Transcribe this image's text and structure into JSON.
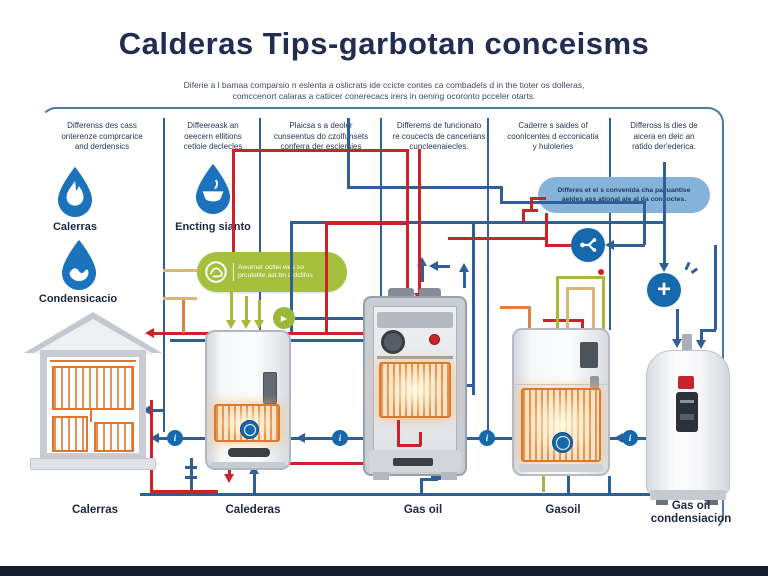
{
  "title": "Calderas Tips-garbotan conceisms",
  "subtitle": {
    "line1": "Diferie a l bamaa comparsio n eslenta a oslicrats ide ccicte contes ca combadels d in the tioter os dolleras,",
    "line2": "comccenort calaras a catiicer conerecacs irers in oening ocoronto pcceler otarts."
  },
  "columns": [
    {
      "lines": [
        "Differenss des cass",
        "onterenze comprcarice",
        "and derdensics"
      ]
    },
    {
      "lines": [
        "Diffeereask an",
        "oeecern ellitions",
        "cetloie declecles"
      ]
    },
    {
      "lines": [
        "Plaicsa s a deoler",
        "cunseentus do czolfunsets",
        "conferra der esclersies"
      ]
    },
    {
      "lines": [
        "Differems de funcionato",
        "re coucects de cancerians",
        "cuncleenaiecles."
      ]
    },
    {
      "lines": [
        "Caderre s saides of",
        "coonlcentes d ecconicatia",
        "y huloleries"
      ]
    },
    {
      "lines": [
        "Differoss ls dies de",
        "aicera en deic an",
        "ratido der'ederica."
      ]
    }
  ],
  "legend": {
    "drop_flame_label": "Calerras",
    "drop_condense_label": "Condensicacio",
    "drop_bath_label": "Encting sianto"
  },
  "badges": {
    "green_line1": "Awurnar octlei wes so",
    "green_line2": "prcutelite ast bn a dclifos",
    "blue_line1": "Differes et el s convenida cha pacuantise",
    "blue_line2": "aeldes ass ational ale al da consoctes."
  },
  "units": [
    {
      "label": "Calerras"
    },
    {
      "label": "Calederas"
    },
    {
      "label": "Gas oil"
    },
    {
      "label": "Gasoil"
    },
    {
      "label": "Gas oil condensiacion"
    }
  ],
  "nodes": {
    "info_glyph": "i",
    "plus_glyph": "+",
    "play_glyph": "▶"
  },
  "colors": {
    "title_navy": "#232d52",
    "pipe_navy": "#2e5f96",
    "pipe_red": "#cc2229",
    "pipe_orange": "#dd8144",
    "pipe_olive": "#a9b73a",
    "pipe_tan": "#d8b878",
    "badge_green": "#a6bf3c",
    "badge_blue": "#85b3d9",
    "node_blue": "#1668ad",
    "burner_orange": "#e0752e"
  }
}
